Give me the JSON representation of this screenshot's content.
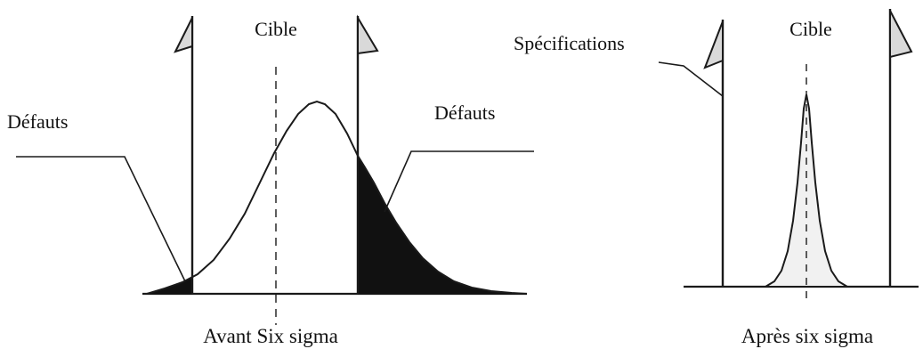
{
  "left_panel": {
    "target_label": "Cible",
    "defects_left_label": "Défauts",
    "defects_right_label": "Défauts",
    "caption": "Avant Six sigma"
  },
  "right_panel": {
    "specs_label": "Spécifications",
    "target_label": "Cible",
    "caption": "Après six sigma"
  },
  "colors": {
    "ink": "#1a1a1a",
    "defect_fill": "#111111",
    "flag_fill": "#d9d9d9",
    "narrow_curve_fill": "#f1f1f1"
  }
}
